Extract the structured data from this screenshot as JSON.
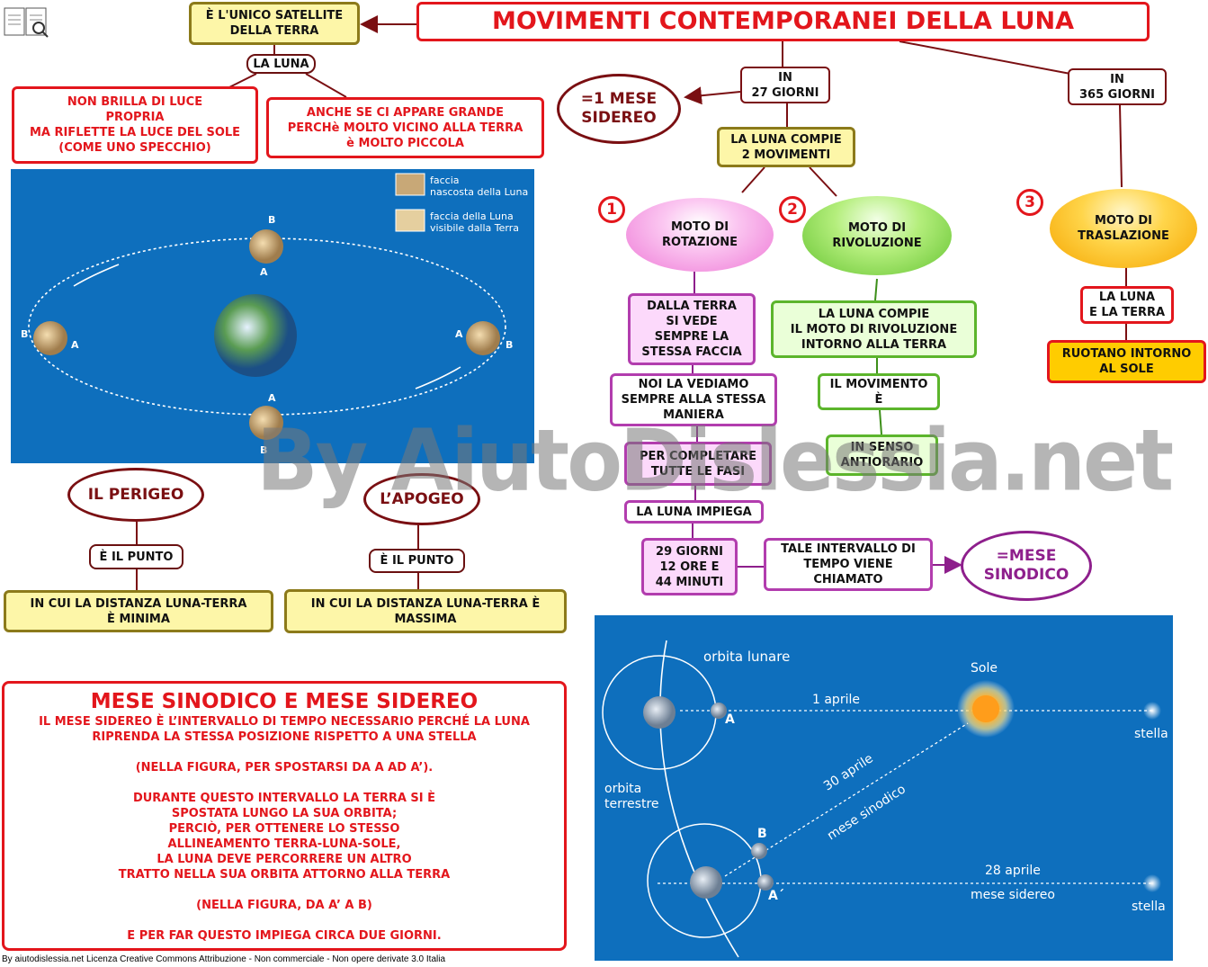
{
  "title": "MOVIMENTI CONTEMPORANEI DELLA LUNA",
  "satellite": "È L'UNICO SATELLITE\nDELLA TERRA",
  "la_luna": "LA LUNA",
  "non_brilla": "NON BRILLA DI LUCE\nPROPRIA\nMA RIFLETTE LA LUCE DEL SOLE\n(COME UNO SPECCHIO)",
  "anche_se": "ANCHE SE CI APPARE GRANDE\nPERCHè MOLTO VICINO ALLA TERRA\nè MOLTO PICCOLA",
  "in27": "IN\n27 GIORNI",
  "in365": "IN\n365 GIORNI",
  "mese_sidereo": "=1 MESE\nSIDEREO",
  "compie2": "LA LUNA COMPIE\n2 MOVIMENTI",
  "num1": "1",
  "num2": "2",
  "num3": "3",
  "rotazione": "MOTO DI\nROTAZIONE",
  "rivoluzione": "MOTO DI\nRIVOLUZIONE",
  "traslazione": "MOTO DI\nTRASLAZIONE",
  "dalla_terra": "DALLA TERRA\nSI VEDE\nSEMPRE LA\nSTESSA FACCIA",
  "noi_la": "NOI LA VEDIAMO\nSEMPRE ALLA STESSA\nMANIERA",
  "per_completare": "PER COMPLETARE\nTUTTE LE FASI",
  "impiega": "LA LUNA IMPIEGA",
  "giorni29": "29 GIORNI\n12 ORE E\n44 MINUTI",
  "intervallo": "TALE INTERVALLO DI\nTEMPO VIENE\nCHIAMATO",
  "mese_sinodico": "=MESE\nSINODICO",
  "compie_riv": "LA LUNA COMPIE\nIL MOTO DI RIVOLUZIONE\nINTORNO ALLA TERRA",
  "movimento_e": "IL MOVIMENTO\nÈ",
  "antiorario": "IN SENSO\nANTIORARIO",
  "luna_terra": "LA LUNA\nE LA TERRA",
  "ruotano": "RUOTANO INTORNO\nAL SOLE",
  "perigeo": "IL PERIGEO",
  "apogeo": "L’APOGEO",
  "punto1": "È IL PUNTO",
  "punto2": "È IL PUNTO",
  "minima": "IN CUI LA DISTANZA LUNA-TERRA\nÈ MINIMA",
  "massima": "IN CUI LA DISTANZA LUNA-TERRA È\nMASSIMA",
  "box_title": "MESE SINODICO E MESE SIDEREO",
  "box_text": "IL MESE SIDEREO È L’INTERVALLO DI TEMPO NECESSARIO PERCHÉ LA LUNA\nRIPRENDA LA STESSA POSIZIONE RISPETTO A UNA STELLA\n\n(NELLA FIGURA, PER SPOSTARSI DA A AD A’).\n\nDURANTE QUESTO INTERVALLO LA TERRA SI È\nSPOSTATA LUNGO LA SUA ORBITA;\nPERCIÒ, PER OTTENERE LO STESSO\nALLINEAMENTO TERRA-LUNA-SOLE,\nLA LUNA DEVE PERCORRERE UN ALTRO\nTRATTO NELLA SUA ORBITA ATTORNO ALLA TERRA\n\n(NELLA FIGURA, DA A’ A B)\n\nE PER FAR QUESTO IMPIEGA CIRCA DUE GIORNI.",
  "watermark": "By AiutoDislessia.net",
  "footer": "By aiutodislessia.net Licenza Creative Commons Attribuzione - Non commerciale - Non opere derivate 3.0 Italia",
  "fig1": {
    "legend1": "faccia\nnascosta della Luna",
    "legend2": "faccia della Luna\nvisibile dalla Terra",
    "A": "A",
    "B": "B"
  },
  "fig2": {
    "orbita_lunare": "orbita lunare",
    "sole": "Sole",
    "aprile1": "1 aprile",
    "stella": "stella",
    "orbita_terrestre": "orbita\nterrestre",
    "aprile30": "30 aprile",
    "mese_sinodico": "mese sinodico",
    "aprile28": "28 aprile",
    "mese_sidereo": "mese sidereo",
    "A": "A",
    "A2": "A´",
    "B": "B"
  },
  "colors": {
    "red": "#e3161c",
    "maroon": "#7a0f12",
    "purple": "#8e1f8c",
    "green": "#5cb52c",
    "yellow": "#fdf6a8",
    "blue": "#0e6fbd"
  }
}
